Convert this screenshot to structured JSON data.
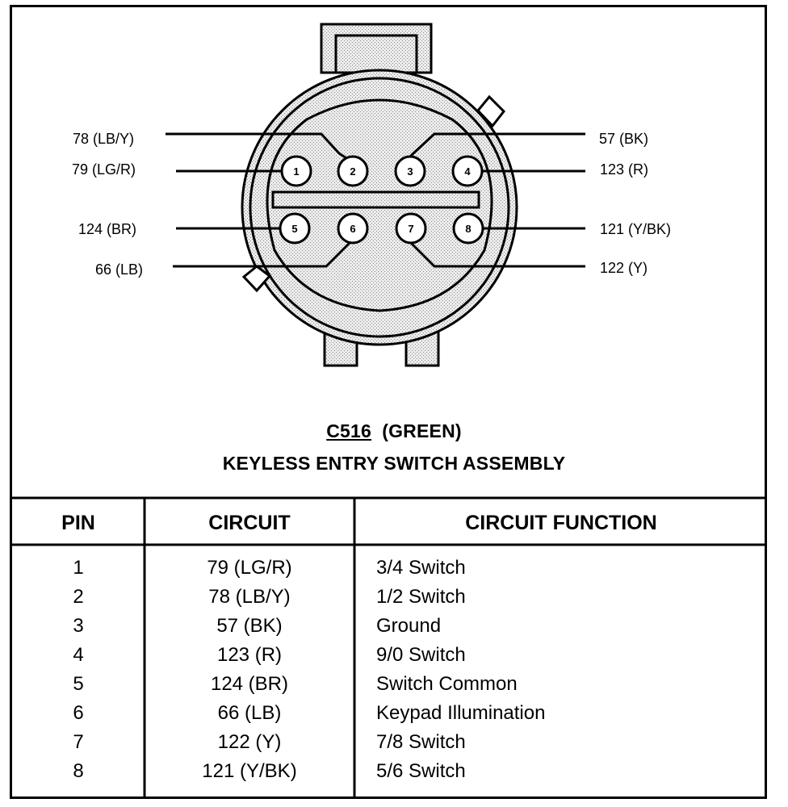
{
  "connector": {
    "id": "C516",
    "color": "(GREEN)",
    "name": "KEYLESS ENTRY SWITCH ASSEMBLY"
  },
  "pins": [
    {
      "number": "1",
      "label": "79 (LG/R)"
    },
    {
      "number": "2",
      "label": "78 (LB/Y)"
    },
    {
      "number": "3",
      "label": "57 (BK)"
    },
    {
      "number": "4",
      "label": "123 (R)"
    },
    {
      "number": "5",
      "label": "124 (BR)"
    },
    {
      "number": "6",
      "label": "66 (LB)"
    },
    {
      "number": "7",
      "label": "122 (Y)"
    },
    {
      "number": "8",
      "label": "121 (Y/BK)"
    }
  ],
  "table": {
    "headers": {
      "pin": "PIN",
      "circuit": "CIRCUIT",
      "function": "CIRCUIT FUNCTION"
    },
    "rows": [
      {
        "pin": "1",
        "circuit": "79 (LG/R)",
        "function": "3/4 Switch"
      },
      {
        "pin": "2",
        "circuit": "78 (LB/Y)",
        "function": "1/2 Switch"
      },
      {
        "pin": "3",
        "circuit": "57 (BK)",
        "function": "Ground"
      },
      {
        "pin": "4",
        "circuit": "123 (R)",
        "function": "9/0 Switch"
      },
      {
        "pin": "5",
        "circuit": "124 (BR)",
        "function": "Switch Common"
      },
      {
        "pin": "6",
        "circuit": "66 (LB)",
        "function": "Keypad Illumination"
      },
      {
        "pin": "7",
        "circuit": "122 (Y)",
        "function": "7/8 Switch"
      },
      {
        "pin": "8",
        "circuit": "121 (Y/BK)",
        "function": "5/6 Switch"
      }
    ]
  }
}
